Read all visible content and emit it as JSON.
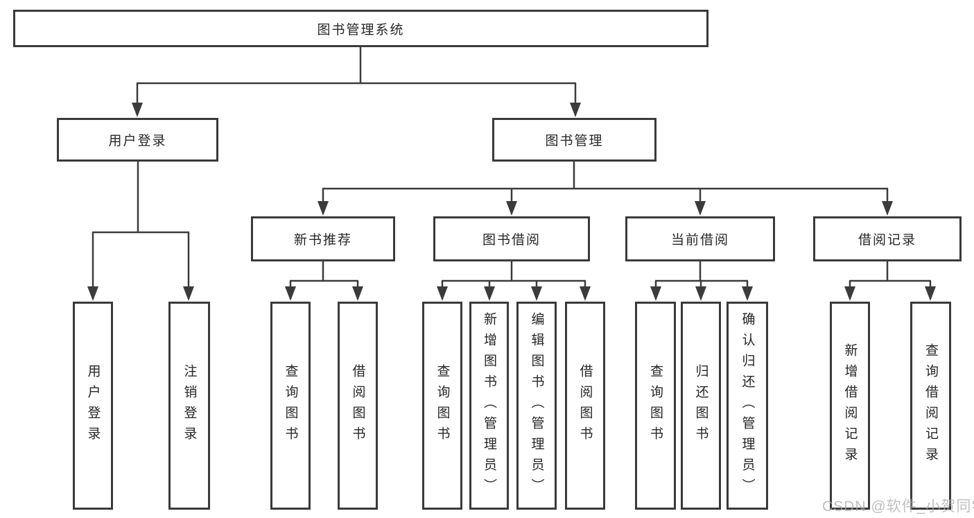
{
  "diagram_type": "function-structure-tree",
  "colors": {
    "line": "#3b3b3b",
    "box_border": "#3a3a3a",
    "text": "#262626",
    "watermark": "#aaaaaa"
  },
  "tree": {
    "label": "图书管理系统",
    "children": [
      {
        "label": "用户登录",
        "children": [
          {
            "label": "用户登录"
          },
          {
            "label": "注销登录"
          }
        ]
      },
      {
        "label": "图书管理",
        "children": [
          {
            "label": "新书推荐",
            "children": [
              {
                "label": "查询图书"
              },
              {
                "label": "借阅图书"
              }
            ]
          },
          {
            "label": "图书借阅",
            "children": [
              {
                "label": "查询图书"
              },
              {
                "label": "新增图书（管理员）"
              },
              {
                "label": "编辑图书（管理员）"
              },
              {
                "label": "借阅图书"
              }
            ]
          },
          {
            "label": "当前借阅",
            "children": [
              {
                "label": "查询图书"
              },
              {
                "label": "归还图书"
              },
              {
                "label": "确认归还（管理员）"
              }
            ]
          },
          {
            "label": "借阅记录",
            "children": [
              {
                "label": "新增借阅记录"
              },
              {
                "label": "查询借阅记录"
              }
            ]
          }
        ]
      }
    ]
  },
  "watermark": "CSDN @软件_小贺同学"
}
